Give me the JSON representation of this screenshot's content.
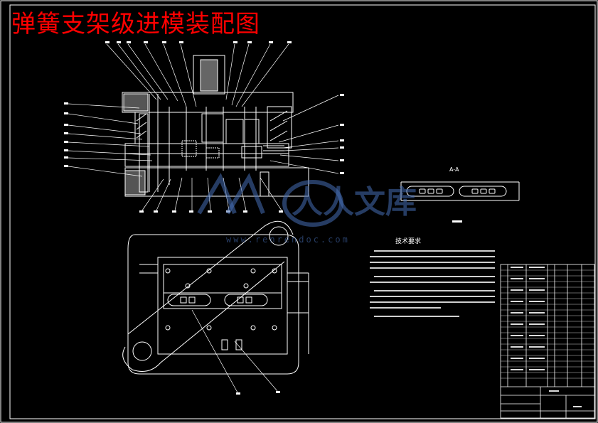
{
  "title": "弹簧支架级进模装配图",
  "watermark": {
    "brand": "人人文库",
    "url": "www.renrendoc.com"
  },
  "technical_requirements": {
    "heading": "技术要求"
  },
  "section_label": "A-A",
  "colors": {
    "background": "#000000",
    "title": "#ff0000",
    "lines": "#ffffff",
    "watermark": "#4a6eb4"
  }
}
